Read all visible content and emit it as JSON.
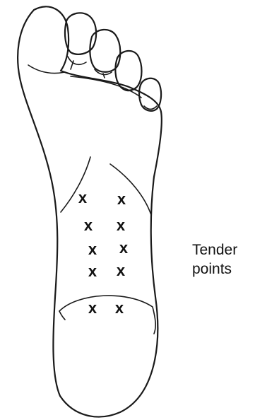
{
  "label": {
    "line1": "Tender",
    "line2": "points"
  },
  "mark_glyph": "x",
  "tender_point_count": 10
}
